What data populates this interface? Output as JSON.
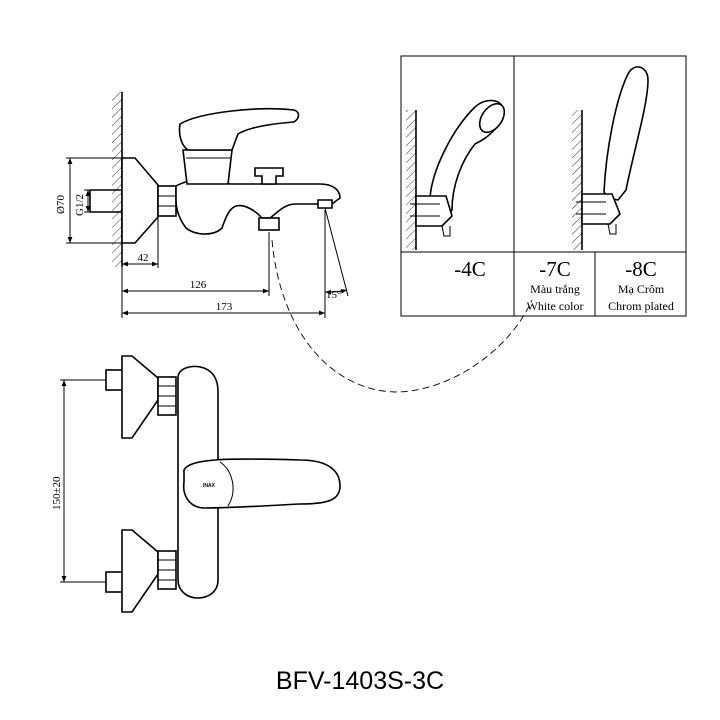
{
  "side_view": {
    "dims": {
      "d70": "Ø70",
      "g12": "G1/2",
      "d42": "42",
      "d126": "126",
      "d173": "173",
      "angle": "15°"
    }
  },
  "front_view": {
    "dims": {
      "spacing": "150±20"
    },
    "handle_logo": "INAX"
  },
  "options": [
    {
      "code": "-4C",
      "line1": "",
      "line2": ""
    },
    {
      "code": "-7C",
      "line1": "Màu trắng",
      "line2": "White color"
    },
    {
      "code": "-8C",
      "line1": "Mạ Crôm",
      "line2": "Chrom plated"
    }
  ],
  "model": "BFV-1403S-3C"
}
